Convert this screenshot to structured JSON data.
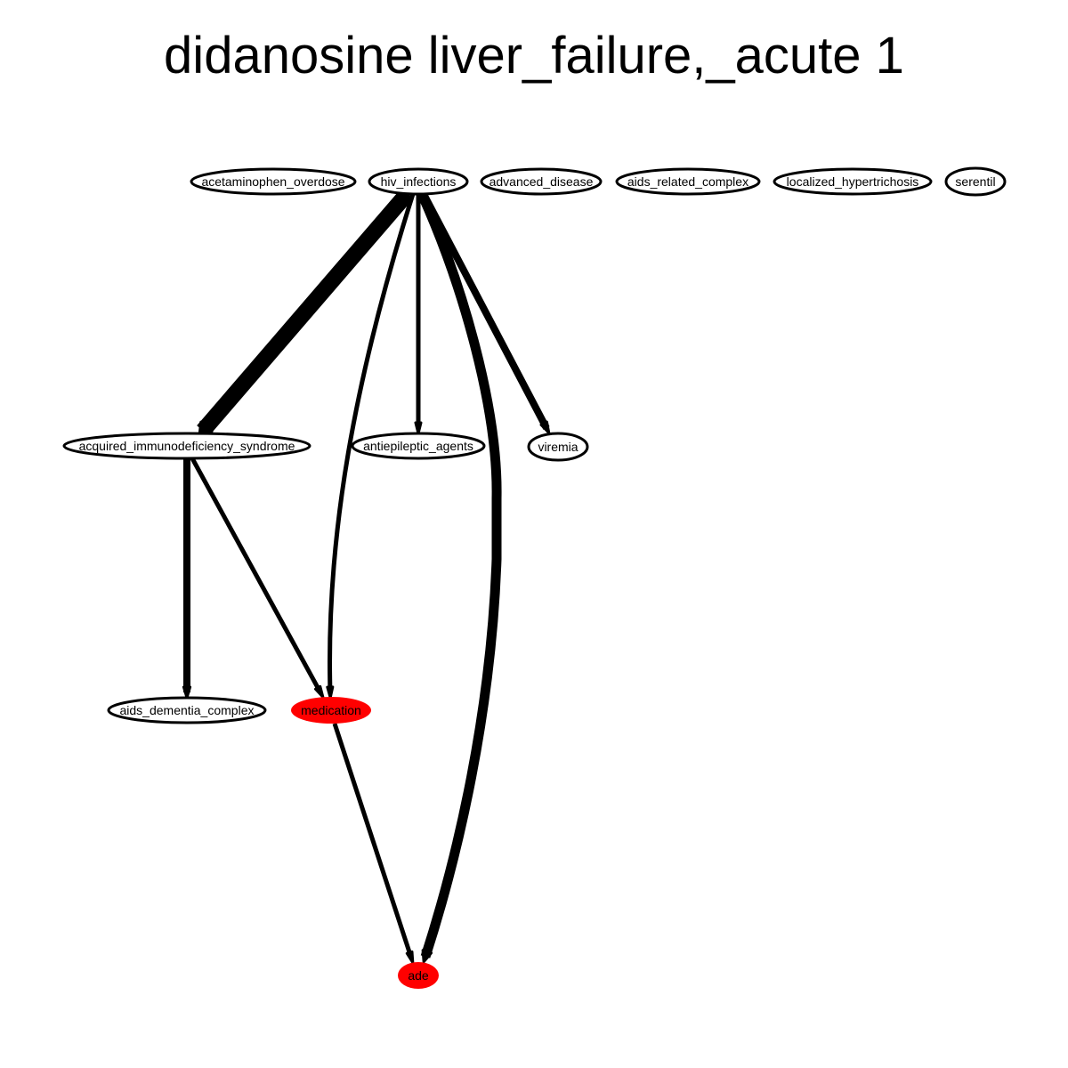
{
  "title": "didanosine liver_failure,_acute 1",
  "colors": {
    "highlight_fill": "#ff0000",
    "default_fill": "#ffffff",
    "stroke": "#000000"
  },
  "nodes": [
    {
      "id": "acetaminophen_overdose",
      "label": "acetaminophen_overdose",
      "highlight": false
    },
    {
      "id": "hiv_infections",
      "label": "hiv_infections",
      "highlight": false
    },
    {
      "id": "advanced_disease",
      "label": "advanced_disease",
      "highlight": false
    },
    {
      "id": "aids_related_complex",
      "label": "aids_related_complex",
      "highlight": false
    },
    {
      "id": "localized_hypertrichosis",
      "label": "localized_hypertrichosis",
      "highlight": false
    },
    {
      "id": "serentil",
      "label": "serentil",
      "highlight": false
    },
    {
      "id": "acquired_immunodeficiency_syndrome",
      "label": "acquired_immunodeficiency_syndrome",
      "highlight": false
    },
    {
      "id": "antiepileptic_agents",
      "label": "antiepileptic_agents",
      "highlight": false
    },
    {
      "id": "viremia",
      "label": "viremia",
      "highlight": false
    },
    {
      "id": "aids_dementia_complex",
      "label": "aids_dementia_complex",
      "highlight": false
    },
    {
      "id": "medication",
      "label": "medication",
      "highlight": true
    },
    {
      "id": "ade",
      "label": "ade",
      "highlight": true
    }
  ],
  "edges": [
    {
      "from": "hiv_infections",
      "to": "acquired_immunodeficiency_syndrome",
      "weight": 5
    },
    {
      "from": "hiv_infections",
      "to": "medication",
      "weight": 1
    },
    {
      "from": "hiv_infections",
      "to": "antiepileptic_agents",
      "weight": 1
    },
    {
      "from": "hiv_infections",
      "to": "ade",
      "weight": 3
    },
    {
      "from": "hiv_infections",
      "to": "viremia",
      "weight": 2
    },
    {
      "from": "acquired_immunodeficiency_syndrome",
      "to": "aids_dementia_complex",
      "weight": 2
    },
    {
      "from": "acquired_immunodeficiency_syndrome",
      "to": "medication",
      "weight": 1
    },
    {
      "from": "medication",
      "to": "ade",
      "weight": 1
    }
  ]
}
